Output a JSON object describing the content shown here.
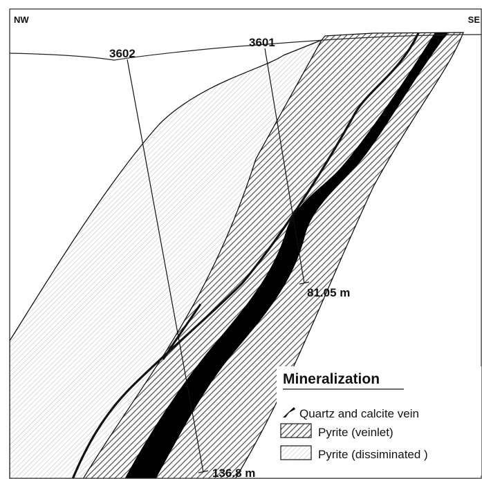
{
  "section": {
    "left_direction": "NW",
    "right_direction": "SE"
  },
  "boreholes": [
    {
      "id": "3602",
      "end_depth": "136.8 m"
    },
    {
      "id": "3601",
      "end_depth": "81.05 m"
    }
  ],
  "legend": {
    "title": "Mineralization",
    "items": [
      {
        "label": "Quartz and calcite vein",
        "symbol": "vein-solid"
      },
      {
        "label": "Pyrite (veinlet)",
        "symbol": "dense-hatch"
      },
      {
        "label": "Pyrite (dissiminated )",
        "symbol": "light-hatch"
      }
    ]
  },
  "colors": {
    "vein": "#000000",
    "hatch_dense": "#555555",
    "hatch_light": "#a8a8a8",
    "line": "#111111"
  }
}
